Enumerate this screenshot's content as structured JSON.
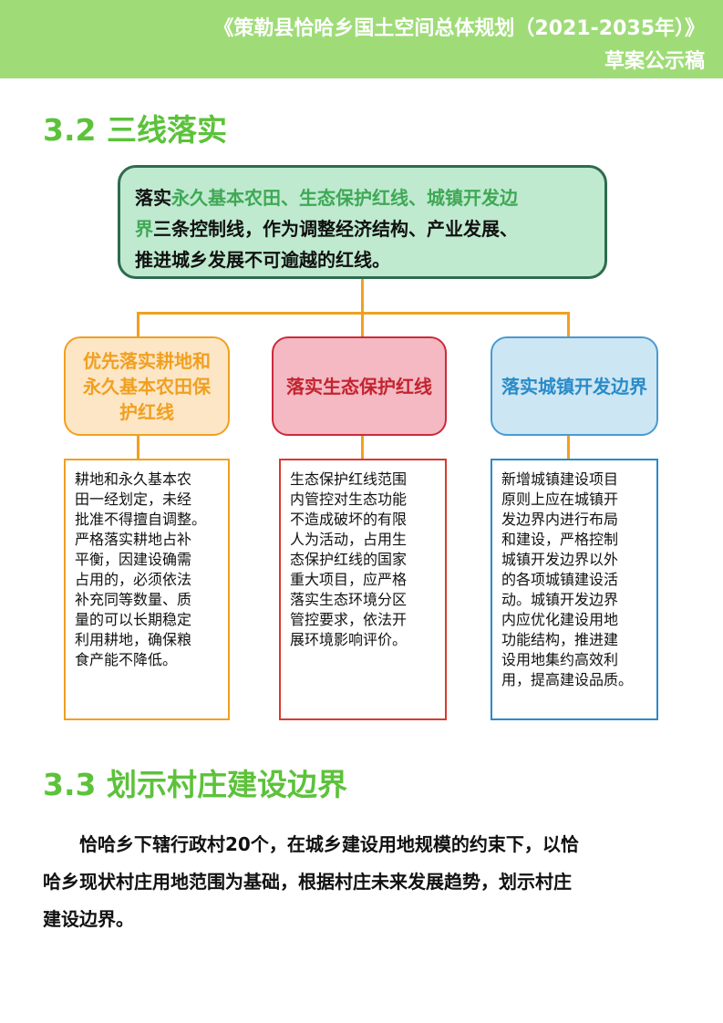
{
  "header": {
    "title": "《策勒县恰哈乡国土空间总体规划（2021-2035年）》",
    "subtitle": "草案公示稿"
  },
  "section_32": {
    "heading": "3.2 三线落实",
    "top_box": {
      "line1_prefix": "落实",
      "line1_highlight": "永久基本农田、生态保护红线、城镇开发边",
      "line2_highlight": "界",
      "line2_rest": "三条控制线，作为调整经济结构、产业发展、",
      "line3": "推进城乡发展不可逾越的红线。"
    },
    "branches": [
      {
        "label": "优先落实耕地和永久基本农田保护红线",
        "lines": [
          "耕地和永久基本农",
          "田一经划定，未经",
          "批准不得擅自调整。",
          "严格落实耕地占补",
          "平衡，因建设确需",
          "占用的，必须依法",
          "补充同等数量、质",
          "量的可以长期稳定",
          "利用耕地，确保粮",
          "食产能不降低。"
        ]
      },
      {
        "label": "落实生态保护红线",
        "lines": [
          "生态保护红线范围",
          "内管控对生态功能",
          "不造成破坏的有限",
          "人为活动，占用生",
          "态保护红线的国家",
          "重大项目，应严格",
          "落实生态环境分区",
          "管控要求，依法开",
          "展环境影响评价。"
        ]
      },
      {
        "label": "落实城镇开发边界",
        "lines": [
          "新增城镇建设项目",
          "原则上应在城镇开",
          "发边界内进行布局",
          "和建设，严格控制",
          "城镇开发边界以外",
          "的各项城镇建设活",
          "动。城镇开发边界",
          "内应优化建设用地",
          "功能结构，推进建",
          "设用地集约高效利",
          "用，提高建设品质。"
        ]
      }
    ]
  },
  "section_33": {
    "heading": "3.3 划示村庄建设边界",
    "lines": [
      "恰哈乡下辖行政村20个，在城乡建设用地规模的约束下，以恰",
      "哈乡现状村庄用地范围为基础，根据村庄未来发展趋势，划示村庄",
      "建设边界。"
    ]
  }
}
